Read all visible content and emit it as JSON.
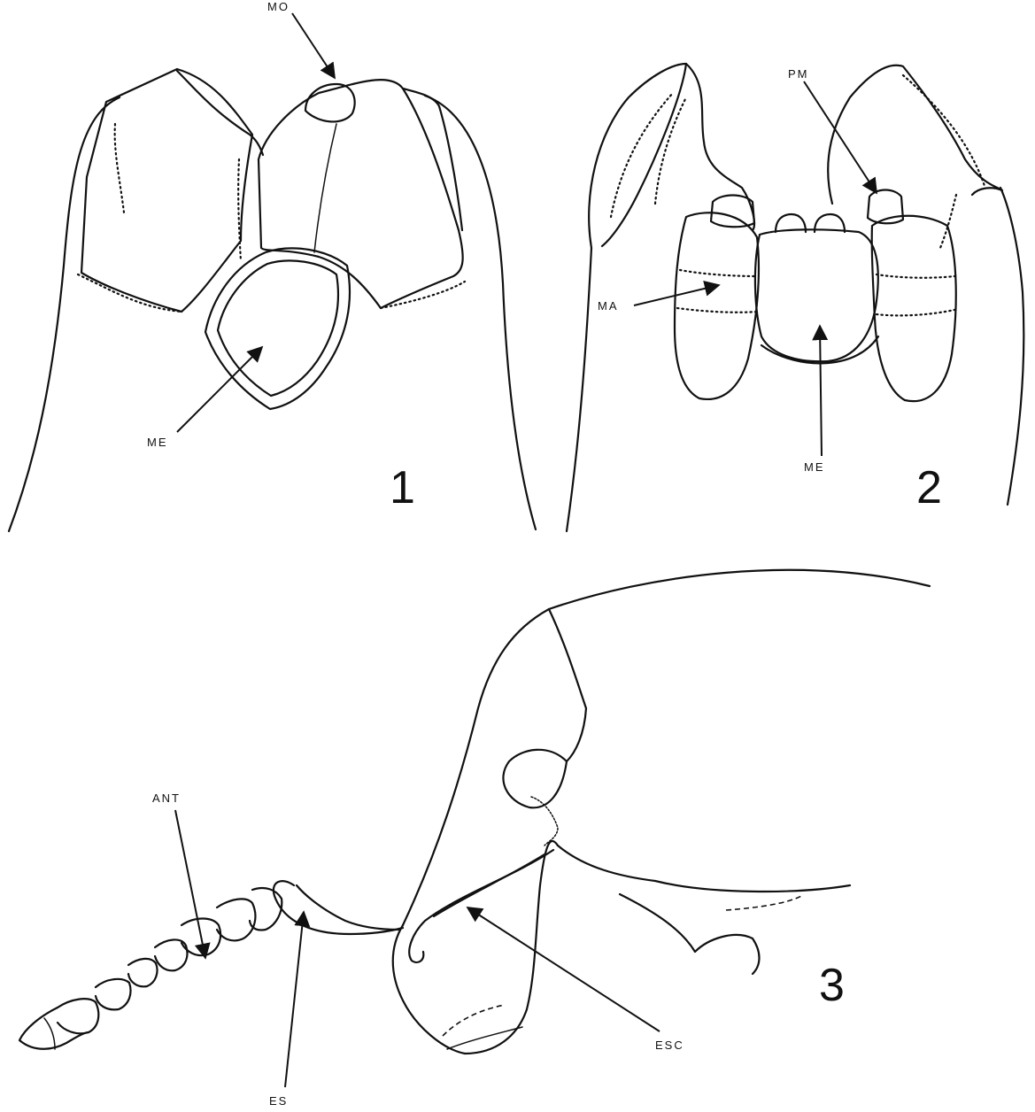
{
  "figures": [
    {
      "number": "1",
      "labels": [
        "MO",
        "ME"
      ]
    },
    {
      "number": "2",
      "labels": [
        "PM",
        "MA",
        "ME"
      ]
    },
    {
      "number": "3",
      "labels": [
        "ANT",
        "ES",
        "ESC"
      ]
    }
  ]
}
